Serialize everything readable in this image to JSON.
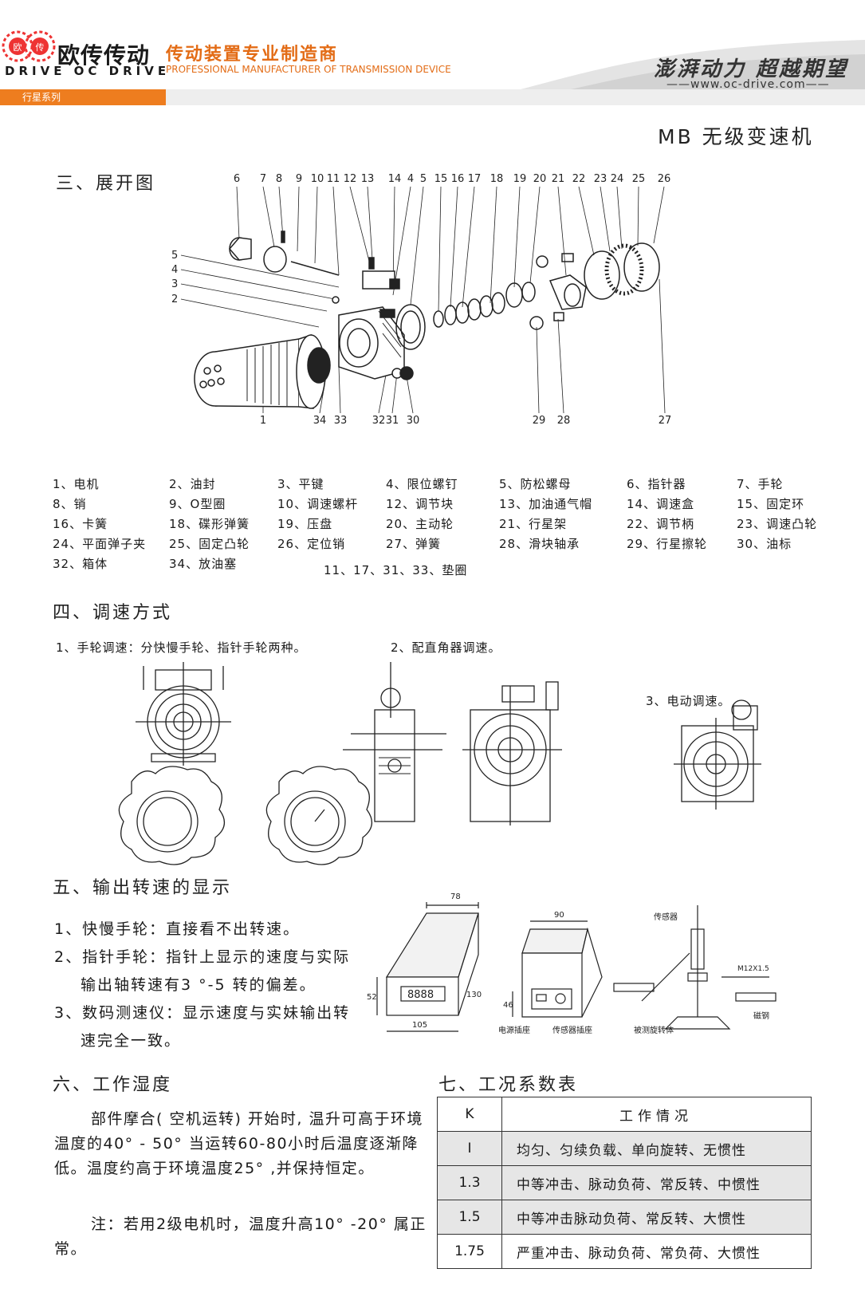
{
  "header": {
    "brand_cn": "欧传传动",
    "brand_en": "DRIVE OC DRIVE",
    "logo_chars": [
      "欧",
      "传"
    ],
    "tagline_cn": "传动装置专业制造商",
    "tagline_en": "PROFESSIONAL MANUFACTURER OF TRANSMISSION DEVICE",
    "slogan": "澎湃动力 超越期望",
    "website": "www.oc-drive.com",
    "series_tab": "行星系列",
    "accent_color": "#ee7d1f"
  },
  "page_title": "MB 无级变速机",
  "section3": {
    "title": "三、展开图",
    "top_callouts": [
      "6",
      "7",
      "8",
      "9",
      "10",
      "11",
      "12",
      "13",
      "14",
      "4",
      "5",
      "15",
      "16",
      "17",
      "18",
      "19",
      "20",
      "21",
      "22",
      "23",
      "24",
      "25",
      "26"
    ],
    "left_callouts": [
      "5",
      "4",
      "3",
      "2"
    ],
    "bottom_callouts": [
      "1",
      "34",
      "33",
      "32",
      "31",
      "30",
      "29",
      "28",
      "27"
    ],
    "parts": [
      "1、电机",
      "2、油封",
      "3、平键",
      "4、限位螺钉",
      "5、防松螺母",
      "6、指针器",
      "7、手轮",
      "8、销",
      "9、O型圈",
      "10、调速螺杆",
      "12、调节块",
      "13、加油通气帽",
      "14、调速盒",
      "15、固定环",
      "16、卡簧",
      "18、碟形弹簧",
      "19、压盘",
      "20、主动轮",
      "21、行星架",
      "22、调节柄",
      "23、调速凸轮",
      "24、平面弹子夹",
      "25、固定凸轮",
      "26、定位销",
      "27、弹簧",
      "28、滑块轴承",
      "29、行星擦轮",
      "30、油标",
      "32、箱体",
      "34、放油塞"
    ],
    "gasket_note": "11、17、31、33、垫圈"
  },
  "section4": {
    "title": "四、调速方式",
    "item1": "1、手轮调速：分快慢手轮、指针手轮两种。",
    "item2": "2、配直角器调速。",
    "item3": "3、电动调速。"
  },
  "section5": {
    "title": "五、输出转速的显示",
    "lines": [
      "1、快慢手轮：直接看不出转速。",
      "2、指针手轮：指针上显示的速度与实际",
      "输出轴转速有3 °-5  转的偏差。",
      "3、数码测速仪：显示速度与实妹输出转",
      "速完全一致。"
    ],
    "display": "8888",
    "dims": {
      "a": "78",
      "b": "52",
      "c": "105",
      "d": "130",
      "e": "90",
      "f": "46"
    },
    "labels": {
      "power_socket": "电源插座",
      "sensor_socket": "传感器插座",
      "sensor": "传感器",
      "measured": "被测旋转体",
      "thread": "M12X1.5",
      "magnet": "磁钢"
    }
  },
  "section6": {
    "title": "六、工作湿度",
    "p1": "部件摩合( 空机运转) 开始时, 温升可高于环境温度的40° - 50° 当运转60-80小时后温度逐渐降低。温度约高于环境温度25° ,并保持恒定。",
    "p2": "注：若用2级电机时，温度升高10° -20° 属正常。"
  },
  "section7": {
    "title": "七、工况系数表",
    "headers": [
      "K",
      "工作情况"
    ],
    "rows": [
      {
        "k": "I",
        "desc": "均匀、匀续负载、单向旋转、无惯性"
      },
      {
        "k": "1.3",
        "desc": "中等冲击、脉动负荷、常反转、中惯性"
      },
      {
        "k": "1.5",
        "desc": "中等冲击脉动负荷、常反转、大惯性"
      },
      {
        "k": "1.75",
        "desc": "严重冲击、脉动负荷、常负荷、大惯性"
      }
    ]
  }
}
